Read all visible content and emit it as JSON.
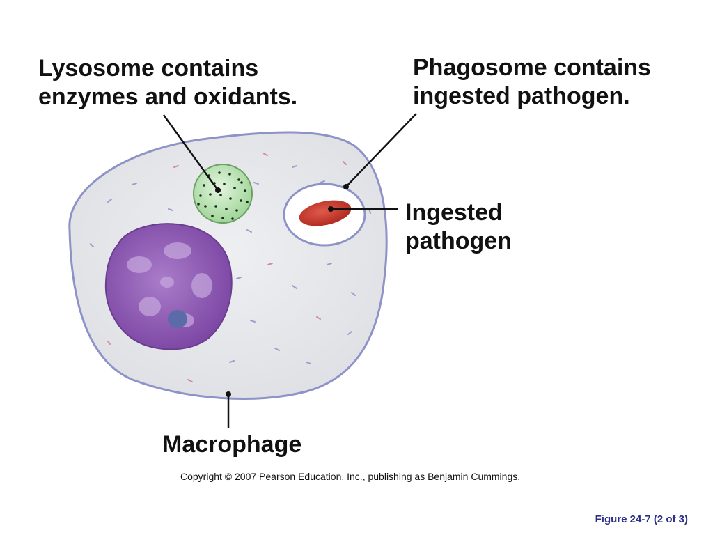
{
  "labels": {
    "lysosome": [
      "Lysosome contains",
      "enzymes and oxidants."
    ],
    "phagosome": [
      "Phagosome contains",
      "ingested pathogen."
    ],
    "pathogen": [
      "Ingested",
      "pathogen"
    ],
    "macrophage": "Macrophage"
  },
  "copyright": "Copyright © 2007 Pearson Education, Inc., publishing as Benjamin Cummings.",
  "figure_ref": "Figure 24-7 (2 of 3)",
  "colors": {
    "cytoplasm": "#e6e7ea",
    "membrane": "#8e93c7",
    "nucleus": "#8e5ab2",
    "lysosome": "#bfe6b7",
    "pathogen": "#c8372c",
    "figure_ref": "#2b2f86"
  }
}
